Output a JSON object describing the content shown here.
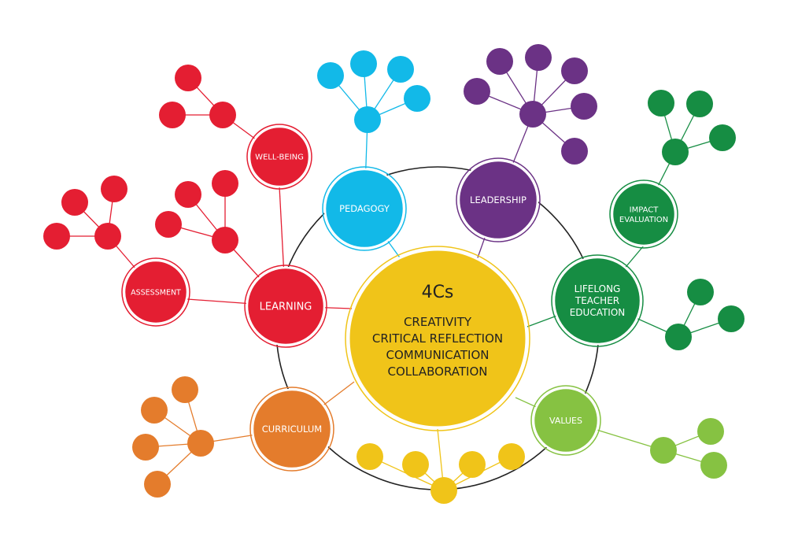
{
  "center": {
    "title": "4Cs",
    "lines": [
      "CREATIVITY",
      "CRITICAL REFLECTION",
      "COMMUNICATION",
      "COLLABORATION"
    ]
  },
  "nodes": [
    {
      "key": "well-being",
      "label": [
        "WELL-BEING"
      ],
      "color": "#e41e32"
    },
    {
      "key": "learning",
      "label": [
        "LEARNING"
      ],
      "color": "#e41e32"
    },
    {
      "key": "assessment",
      "label": [
        "ASSESSMENT"
      ],
      "color": "#e41e32"
    },
    {
      "key": "pedagogy",
      "label": [
        "PEDAGOGY"
      ],
      "color": "#12b9e8"
    },
    {
      "key": "leadership",
      "label": [
        "LEADERSHIP"
      ],
      "color": "#6b3285"
    },
    {
      "key": "impact-evaluation",
      "label": [
        "IMPACT",
        "EVALUATION"
      ],
      "color": "#168d43"
    },
    {
      "key": "lifelong-teacher-education",
      "label": [
        "LIFELONG",
        "TEACHER",
        "EDUCATION"
      ],
      "color": "#168d43"
    },
    {
      "key": "values",
      "label": [
        "VALUES"
      ],
      "color": "#86c242"
    },
    {
      "key": "curriculum",
      "label": [
        "CURRICULUM"
      ],
      "color": "#e47c2c"
    }
  ],
  "colors": {
    "center": "#f0c419",
    "ring": "#222222",
    "red": "#e41e32",
    "blue": "#12b9e8",
    "purple": "#6b3285",
    "green": "#168d43",
    "lightgreen": "#86c242",
    "orange": "#e47c2c",
    "yellow": "#f0c419"
  }
}
